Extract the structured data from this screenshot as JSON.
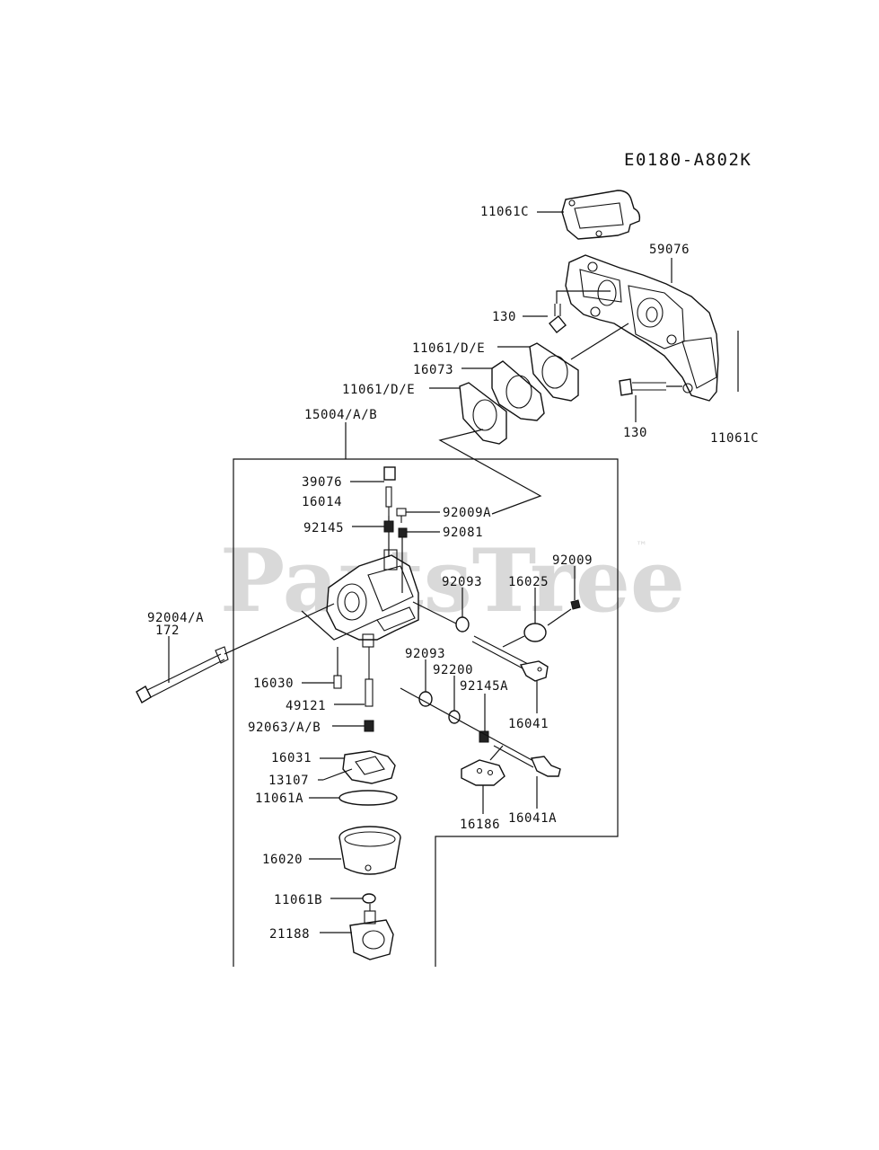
{
  "diagram_code": "E0180-A802K",
  "watermark": {
    "text": "PartsTree",
    "trademark": "™"
  },
  "part_labels": {
    "p11061C_top": "11061C",
    "p59076": "59076",
    "p130_a": "130",
    "p11061DE_1": "11061/D/E",
    "p16073": "16073",
    "p11061DE_2": "11061/D/E",
    "p130_b": "130",
    "p11061C_right": "11061C",
    "p15004": "15004/A/B",
    "p39076": "39076",
    "p16014": "16014",
    "p92009A": "92009A",
    "p92145": "92145",
    "p92081": "92081",
    "p92009": "92009",
    "p92093_a": "92093",
    "p16025": "16025",
    "p92004": "92004/A",
    "p172": "172",
    "p92093_b": "92093",
    "p92200": "92200",
    "p92145A": "92145A",
    "p16041": "16041",
    "p16030": "16030",
    "p49121": "49121",
    "p92063": "92063/A/B",
    "p16031": "16031",
    "p13107": "13107",
    "p11061A": "11061A",
    "p16186": "16186",
    "p16041A": "16041A",
    "p16020": "16020",
    "p11061B": "11061B",
    "p21188": "21188"
  }
}
